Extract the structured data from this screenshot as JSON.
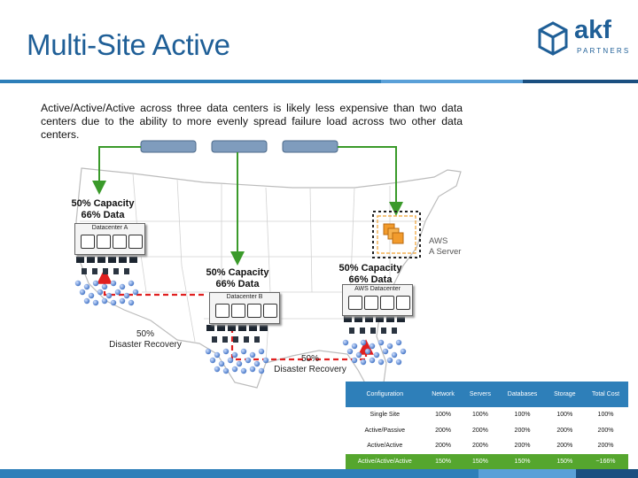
{
  "slide": {
    "title": "Multi-Site Active",
    "intro": "Active/Active/Active across three data centers is likely less expensive than two data centers due to the ability to more evenly spread failure load across two other data centers.",
    "logo": {
      "text": "akf",
      "sub": "PARTNERS"
    }
  },
  "colors": {
    "brand": "#1f5f97",
    "accent_bar": "#2e7fb9",
    "arrow_green": "#3a9a2a",
    "arrow_red": "#e02020",
    "highlight_row": "#55a62e"
  },
  "diagram": {
    "site_a": {
      "capacity": "50% Capacity",
      "data": "66% Data",
      "dc_name": "Datacenter A"
    },
    "site_b": {
      "capacity": "50% Capacity",
      "data": "66% Data",
      "dc_name": "Datacenter B"
    },
    "site_aws": {
      "capacity": "50% Capacity",
      "data": "66% Data",
      "dc_name": "AWS  Datacenter"
    },
    "aws_label": {
      "line1": "AWS",
      "line2": "A Server"
    },
    "dr_left": {
      "line1": "50%",
      "line2": "Disaster Recovery"
    },
    "dr_right": {
      "line1": "50%",
      "line2": "Disaster Recovery"
    }
  },
  "table": {
    "headers": [
      "Configuration",
      "Network",
      "Servers",
      "Databases",
      "Storage",
      "Total Cost"
    ],
    "rows": [
      [
        "Single Site",
        "100%",
        "100%",
        "100%",
        "100%",
        "100%"
      ],
      [
        "Active/Passive",
        "200%",
        "200%",
        "200%",
        "200%",
        "200%"
      ],
      [
        "Active/Active",
        "200%",
        "200%",
        "200%",
        "200%",
        "200%"
      ],
      [
        "Active/Active/Active",
        "150%",
        "150%",
        "150%",
        "150%",
        "~166%"
      ]
    ],
    "highlight_row": 3
  }
}
